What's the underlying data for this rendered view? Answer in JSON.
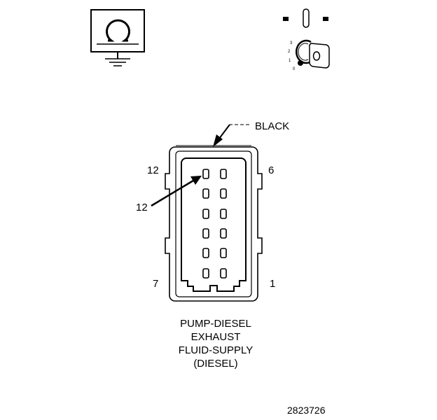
{
  "icons": {
    "ohmmeter": "ohm-meter-ground-icon",
    "ignition": "ignition-key-switch-icon"
  },
  "ignition_positions": [
    "3",
    "2",
    "1",
    "0"
  ],
  "connector": {
    "color_label": "BLACK",
    "pin_labels": {
      "top_left": "12",
      "top_right": "6",
      "bottom_left": "7",
      "bottom_right": "1",
      "callout": "12"
    }
  },
  "caption": {
    "line1": "PUMP-DIESEL",
    "line2": "EXHAUST",
    "line3": "FLUID-SUPPLY",
    "line4": "(DIESEL)"
  },
  "figure_id": "2823726"
}
